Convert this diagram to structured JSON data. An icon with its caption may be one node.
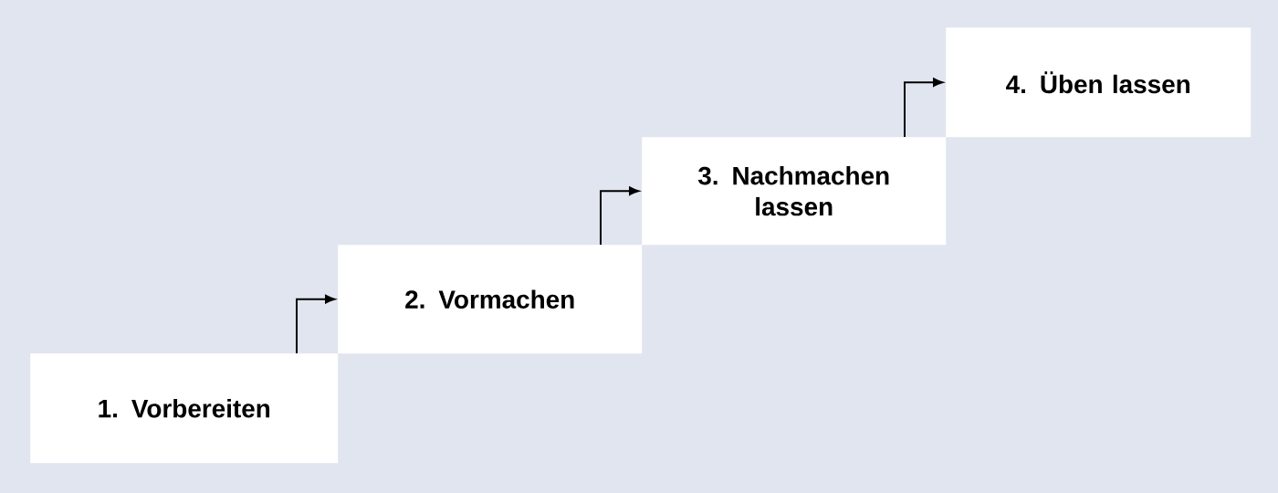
{
  "diagram": {
    "nodes": [
      {
        "text": [
          "1. Vorbereiten"
        ]
      },
      {
        "text": [
          "2. Vormachen"
        ]
      },
      {
        "text": [
          "3. Nachmachen lassen"
        ]
      },
      {
        "text": [
          "4. Üben lassen"
        ]
      }
    ],
    "edges": [
      {
        "from": 0,
        "to": 1,
        "arrow": "to"
      },
      {
        "from": 1,
        "to": 2,
        "arrow": "to"
      },
      {
        "from": 2,
        "to": 3,
        "arrow": "to"
      }
    ]
  }
}
